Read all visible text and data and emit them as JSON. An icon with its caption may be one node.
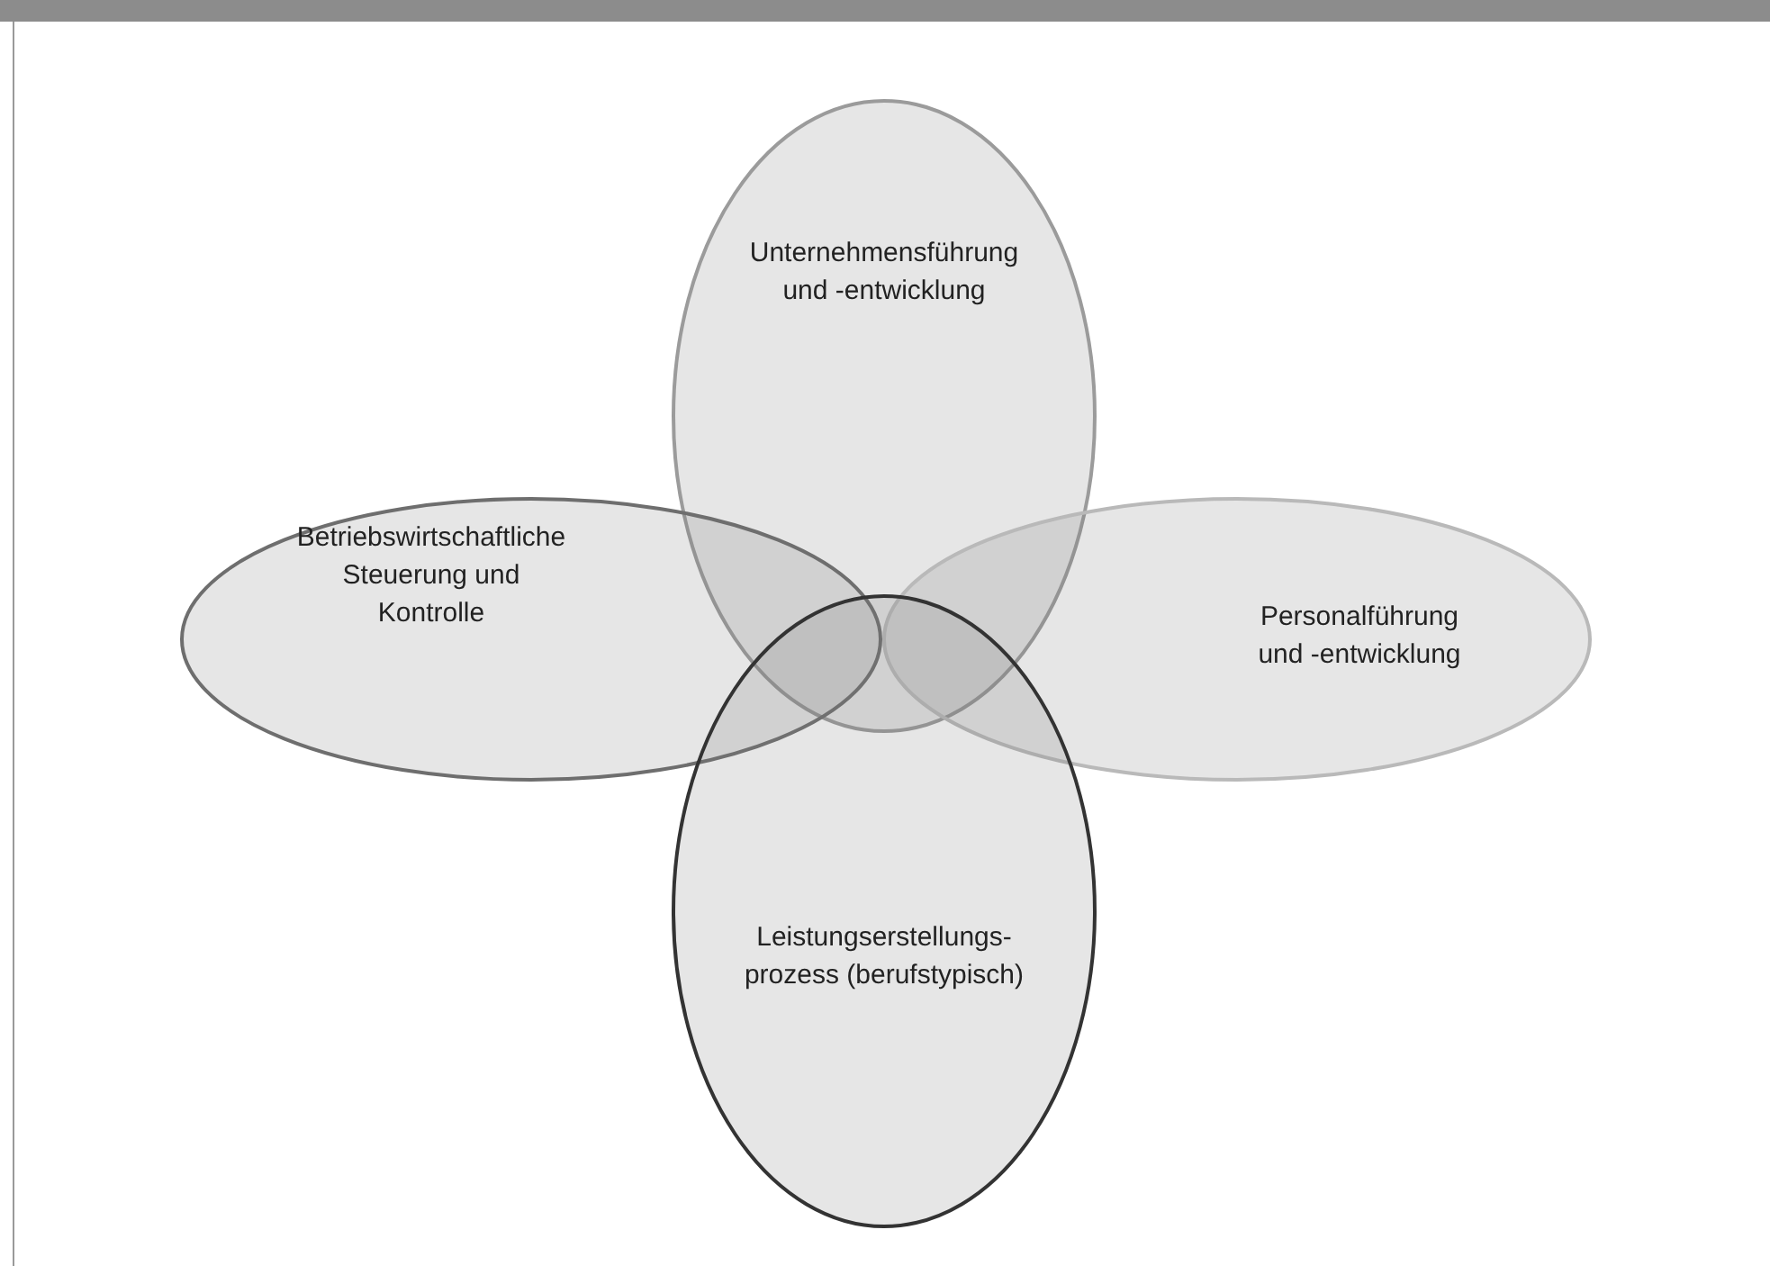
{
  "diagram": {
    "nodes": [
      {
        "text": [
          "Unternehmensführung und -entwicklung"
        ]
      },
      {
        "text": [
          "Betriebswirtschaftliche Steuerung und Kontrolle"
        ]
      },
      {
        "text": [
          "Personalführung und -entwicklung"
        ]
      },
      {
        "text": [
          "Leistungserstellungs- prozess (berufstypisch)"
        ]
      }
    ]
  }
}
